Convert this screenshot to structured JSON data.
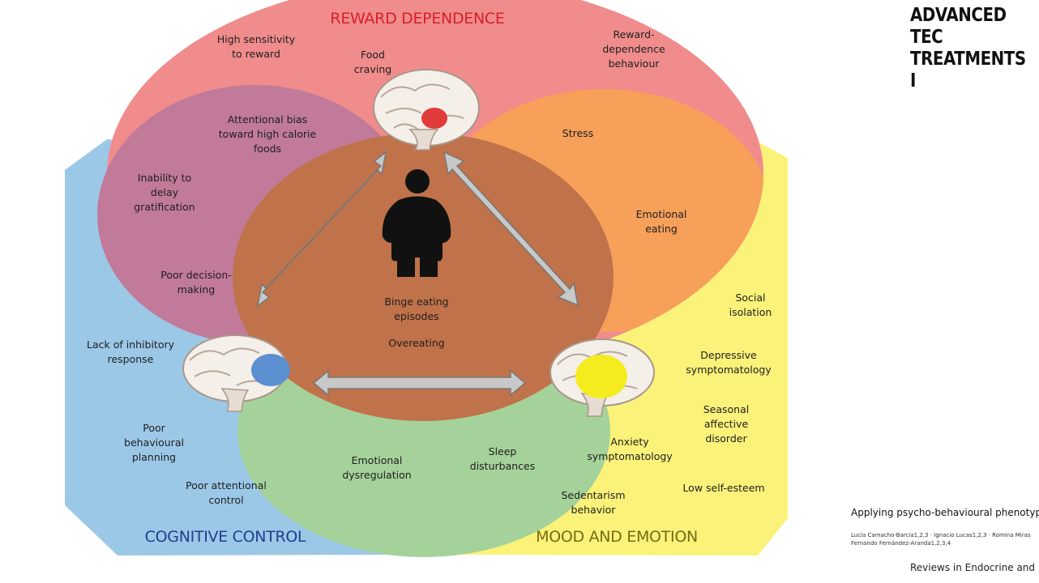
{
  "slide": {
    "heading": "ADVANCED TEC\nTREATMENTS I",
    "reference": {
      "title": "Applying psycho-behavioural phenotyping",
      "authors": "Lucía Camacho-Barcia1,2,3 · Ignacio Lucas1,2,3 · Romina Miras\nFernando Fernández-Aranda1,2,3,4",
      "journal": "Reviews in Endocrine and Metal"
    }
  },
  "diagram": {
    "regions": {
      "reward": {
        "title": "REWARD DEPENDENCE",
        "color": "#f08c8c",
        "title_color": "#d8202a"
      },
      "cognitive": {
        "title": "COGNITIVE CONTROL",
        "color": "#9cc8e8",
        "title_color": "#1f3f8c"
      },
      "mood": {
        "title": "MOOD AND EMOTION",
        "color": "#fbf27a",
        "title_color": "#7a6a14"
      },
      "stress": {
        "color": "#f6a05a"
      },
      "emotional": {
        "color": "#a5d29a"
      },
      "center": {
        "color": "#c0724a"
      }
    },
    "labels": {
      "high_sensitivity": "High sensitivity\nto reward",
      "food_craving": "Food\ncraving",
      "reward_behaviour": "Reward-\ndependence\nbehaviour",
      "attentional_bias": "Attentional bias\ntoward high calorie\nfoods",
      "stress": "Stress",
      "inability_delay": "Inability to\ndelay\ngratification",
      "emotional_eating": "Emotional\neating",
      "poor_decision": "Poor decision-\nmaking",
      "binge_eating": "Binge eating\nepisodes",
      "overeating": "Overeating",
      "social_isolation": "Social\nisolation",
      "lack_inhibitory": "Lack of inhibitory\nresponse",
      "depressive": "Depressive\nsymptomatology",
      "seasonal": "Seasonal\naffective\ndisorder",
      "poor_planning": "Poor\nbehavioural\nplanning",
      "emotional_dysregulation": "Emotional\ndysregulation",
      "sleep": "Sleep\ndisturbances",
      "anxiety": "Anxiety\nsymptomatology",
      "poor_attentional": "Poor attentional\ncontrol",
      "sedentarism": "Sedentarism\nbehavior",
      "low_self_esteem": "Low self-esteem"
    },
    "icons": {
      "brain_top": "brain-icon-red-highlight",
      "brain_left": "brain-icon-blue-highlight",
      "brain_right": "brain-icon-yellow-highlight",
      "person": "person-silhouette-icon",
      "arrows": "double-headed-arrow-icon"
    }
  }
}
